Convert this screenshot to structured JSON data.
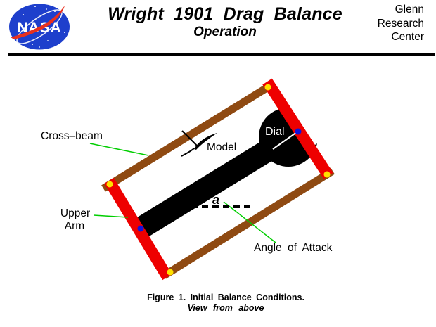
{
  "header": {
    "nasa_logo_text": "NASA",
    "title": "Wright 1901 Drag Balance",
    "subtitle": "Operation",
    "org_line1": "Glenn",
    "org_line2": "Research",
    "org_line3": "Center"
  },
  "diagram": {
    "labels": {
      "cross_beam": "Cross–beam",
      "model": "Model",
      "dial": "Dial",
      "upper_arm_line1": "Upper",
      "upper_arm_line2": "Arm",
      "angle_symbol": "a",
      "angle_of_attack": "Angle of Attack"
    },
    "colors": {
      "frame_brown": "#8F4A12",
      "arm_red": "#EE0000",
      "pivot_yellow": "#FFE100",
      "pointer_blue": "#1111DD",
      "leader_green": "#00CE00",
      "balance_black": "#000000",
      "nasa_blue": "#1E3FCC",
      "nasa_red": "#E8301E"
    }
  },
  "caption": {
    "line1": "Figure 1. Initial Balance Conditions.",
    "line2": "View from above"
  }
}
